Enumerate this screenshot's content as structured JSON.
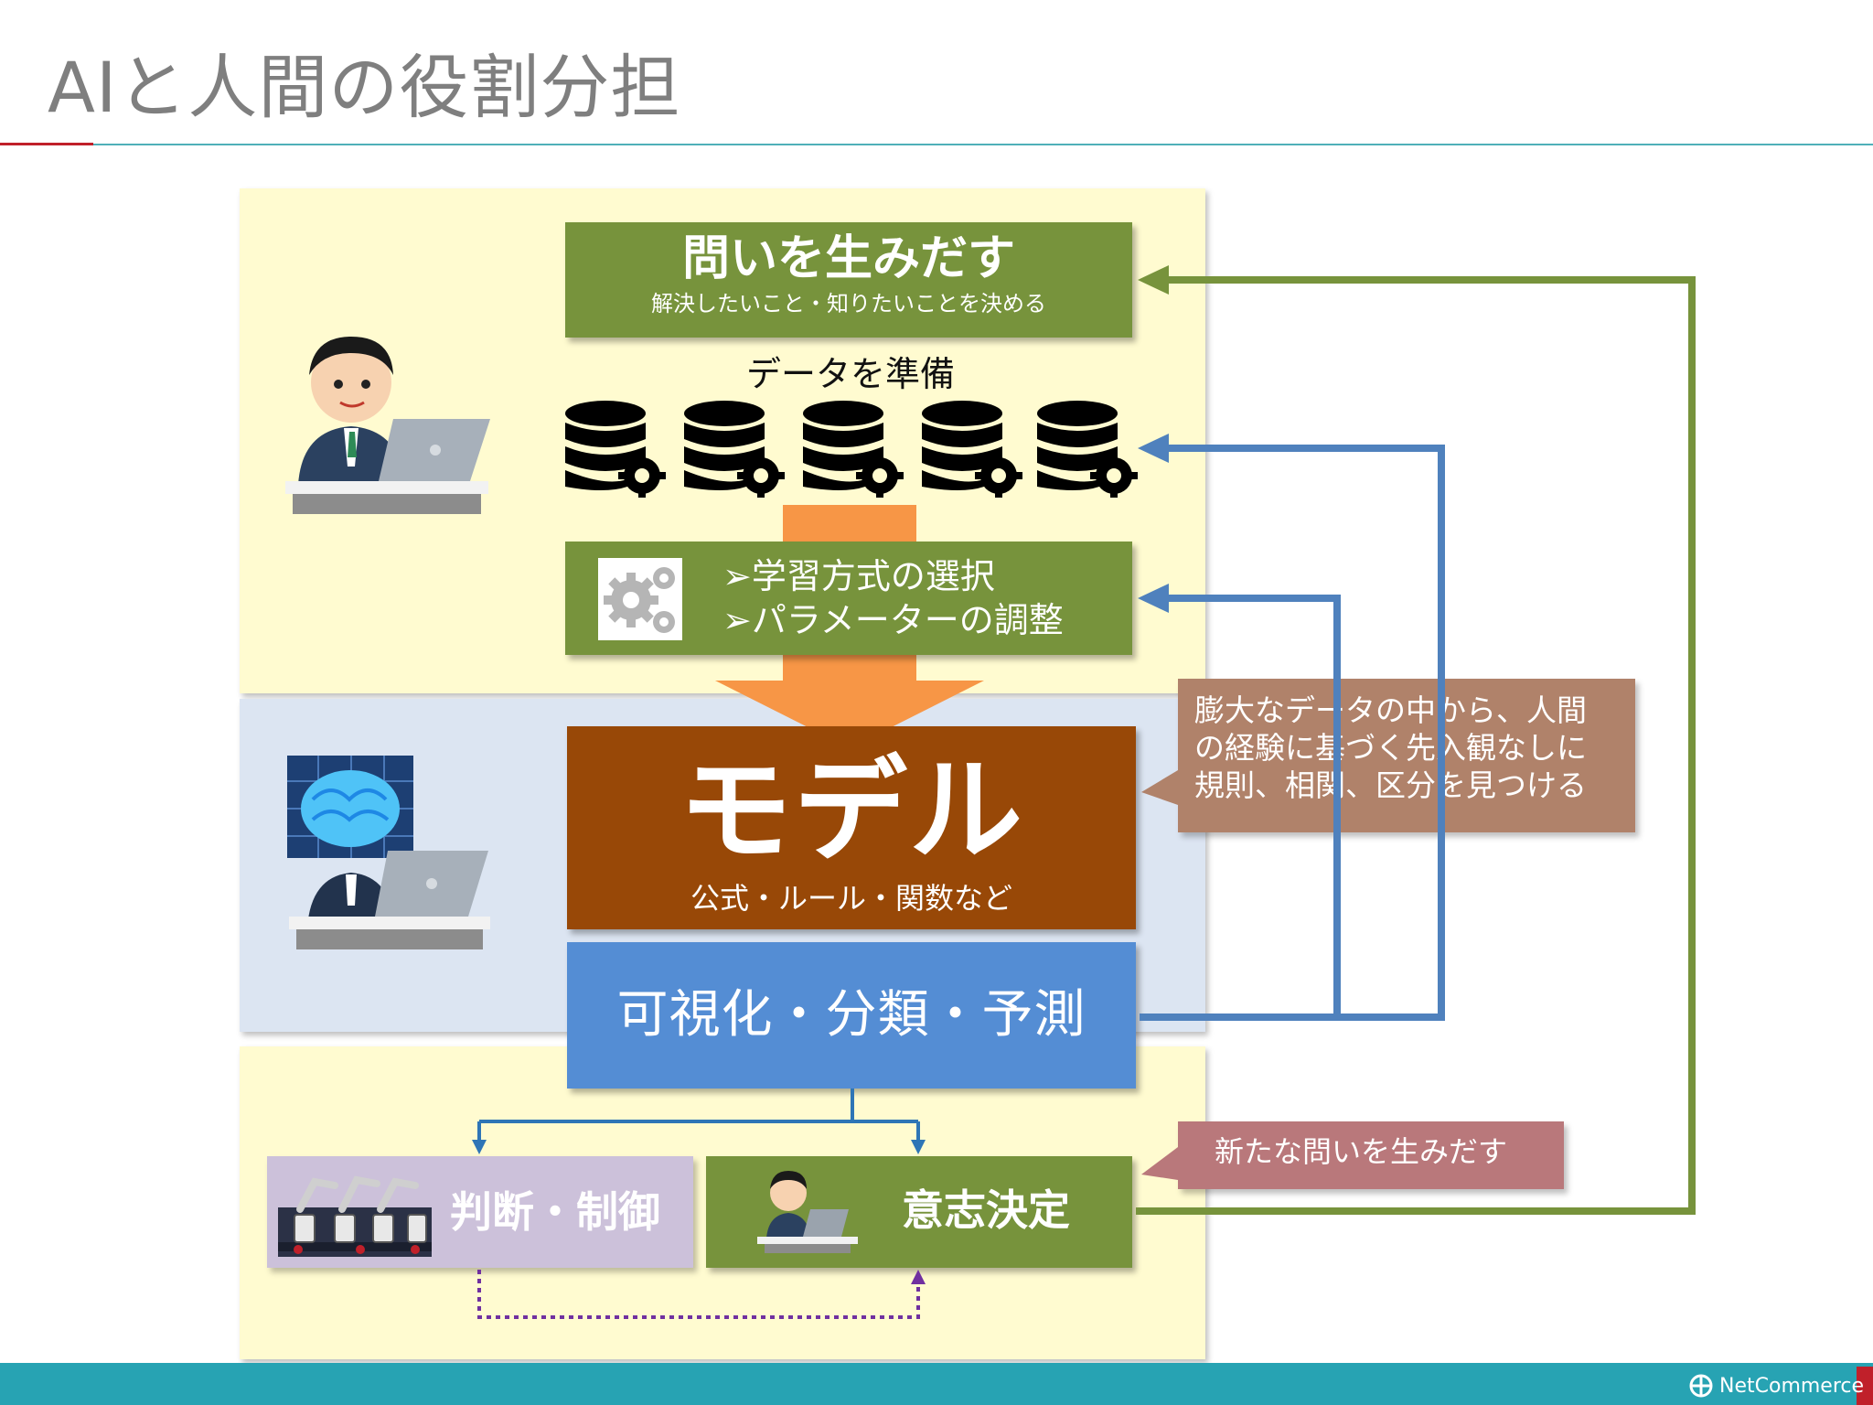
{
  "title": "AIと人間の役割分担",
  "boxes": {
    "question_title": "問いを生みだす",
    "question_sub": "解決したいこと・知りたいことを決める",
    "data_label": "データを準備",
    "learn_line1": "➢学習方式の選択",
    "learn_line2": "➢パラメーターの調整",
    "model_title": "モデル",
    "model_sub": "公式・ルール・関数など",
    "visualize": "可視化・分類・予測",
    "judge": "判断・制御",
    "decide": "意志決定"
  },
  "callouts": {
    "model_note_line1": "膨大なデータの中から、人間",
    "model_note_line2": "の経験に基づく先入観なしに",
    "model_note_line3": "規則、相関、区分を見つける",
    "new_question": "新たな問いを生みだす"
  },
  "icons": {
    "person": "businessman-laptop-icon",
    "ai": "ai-brain-laptop-icon",
    "database": "database-gear-icon",
    "settings": "gears-icon",
    "robot": "robot-arms-icon"
  },
  "colors": {
    "green": "#77933c",
    "brown": "#984807",
    "blue": "#548dd4",
    "orange": "#f79646",
    "purple": "#7030a0",
    "arrow_blue": "#4f81bd"
  },
  "footer": {
    "brand": "NetCommerce"
  }
}
